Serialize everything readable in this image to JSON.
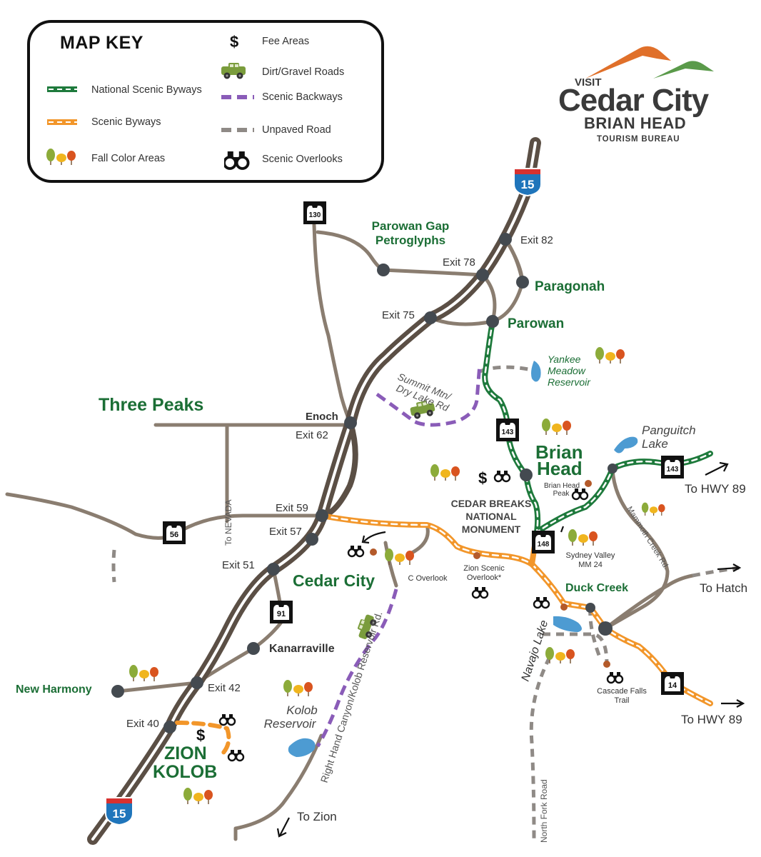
{
  "map_key": {
    "title": "MAP KEY",
    "items": {
      "national_byways": "National Scenic Byways",
      "scenic_byways": "Scenic Byways",
      "fall_color": "Fall Color Areas",
      "fee_areas": "Fee Areas",
      "dirt_roads": "Dirt/Gravel Roads",
      "scenic_backways": "Scenic Backways",
      "unpaved": "Unpaved Road",
      "overlooks": "Scenic Overlooks"
    },
    "fee_symbol": "$"
  },
  "logo": {
    "visit": "VISIT",
    "cedar_city": "Cedar City",
    "brian_head": "BRIAN HEAD",
    "tourism": "TOURISM BUREAU"
  },
  "shields": {
    "i15_top": "15",
    "i15_bottom": "15",
    "r130": "130",
    "r143_a": "143",
    "r143_b": "143",
    "r148": "148",
    "r56": "56",
    "r91": "91",
    "r14": "14"
  },
  "places": {
    "parowan_gap": "Parowan Gap",
    "petroglyphs": "Petroglyphs",
    "paragonah": "Paragonah",
    "parowan": "Parowan",
    "three_peaks": "Three Peaks",
    "enoch": "Enoch",
    "brian": "Brian",
    "head": "Head",
    "cedar_city": "Cedar City",
    "kanarraville": "Kanarraville",
    "new_harmony": "New Harmony",
    "zion": "ZION",
    "kolob": "KOLOB",
    "duck_creek": "Duck Creek",
    "cedar_breaks_1": "CEDAR BREAKS",
    "cedar_breaks_2": "NATIONAL",
    "cedar_breaks_3": "MONUMENT"
  },
  "exits": {
    "e82": "Exit 82",
    "e78": "Exit 78",
    "e75": "Exit 75",
    "e62": "Exit 62",
    "e59": "Exit 59",
    "e57": "Exit 57",
    "e51": "Exit 51",
    "e42": "Exit 42",
    "e40": "Exit 40"
  },
  "water": {
    "yankee_1": "Yankee",
    "yankee_2": "Meadow",
    "yankee_3": "Reservoir",
    "panguitch_1": "Panguitch",
    "panguitch_2": "Lake",
    "kolob_1": "Kolob",
    "kolob_2": "Reservoir",
    "navajo": "Navajo Lake"
  },
  "roads": {
    "summit_1": "Summit Mtn/",
    "summit_2": "Dry Lake Rd",
    "to_nevada": "To NEVADA",
    "right_hand": "Right Hand Canyon/Kolob Reservoir Rd.",
    "mammoth": "Mammoth Creek Rd.",
    "north_fork": "North Fork Road"
  },
  "points": {
    "bh_peak_1": "Brian Head",
    "bh_peak_2": "Peak",
    "sydney_1": "Sydney Valley",
    "sydney_2": "MM 24",
    "zion_scenic_1": "Zion Scenic",
    "zion_scenic_2": "Overlook*",
    "c_overlook": "C Overlook",
    "cascade_1": "Cascade Falls",
    "cascade_2": "Trail",
    "fee": "$"
  },
  "directions": {
    "to_hwy89_top": "To HWY 89",
    "to_hatch": "To Hatch",
    "to_hwy89_bottom": "To HWY 89",
    "to_zion": "To Zion"
  },
  "colors": {
    "road": "#8a7d70",
    "interstate": "#5b4f45",
    "national_byway": "#1e7a3c",
    "scenic_byway": "#f2962a",
    "backway": "#8a5cb8",
    "unpaved": "#8f8a86",
    "place_green": "#1b6e35",
    "water": "#4d9bd2",
    "node": "#444a50",
    "shield_blue": "#1f75bb",
    "shield_red": "#d7312f",
    "logo_orange": "#e0702a",
    "logo_green": "#5a9a4a"
  },
  "icons": [
    "fee-icon",
    "jeep-icon",
    "binoculars-icon",
    "fall-trees-icon",
    "arrow-icon",
    "lake-icon"
  ]
}
